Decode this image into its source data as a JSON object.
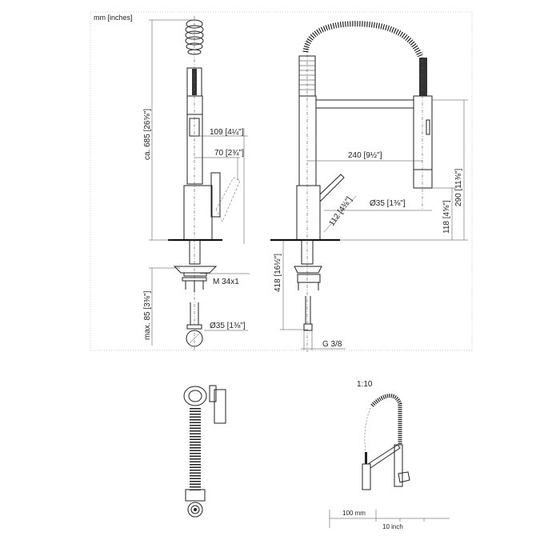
{
  "units_label": "mm [inches]",
  "side_view": {
    "height_dim": "ca. 685 [26⅝\"]",
    "handle_dim_1": "109 [4¼\"]",
    "handle_dim_2": "70 [2¾\"]",
    "thread_label": "M 34x1",
    "mount_depth_dim": "max. 85 [3⅜\"]",
    "hole_dim": "Ø35 [1⅜\"]"
  },
  "front_view": {
    "reach_dim": "240 [9½\"]",
    "lever_dim": "112 [4⅜\"]",
    "spray_dia_dim": "Ø35 [1⅜\"]",
    "arm_height_dim": "290 [11⅜\"]",
    "spray_height_dim": "118 [4⅝\"]",
    "below_deck_dim": "418 [16½\"]",
    "connection_label": "G 3/8"
  },
  "iso_view": {
    "scale_label": "1:10",
    "scale_mm_label": "100 mm",
    "scale_inch_label": "10 inch"
  }
}
